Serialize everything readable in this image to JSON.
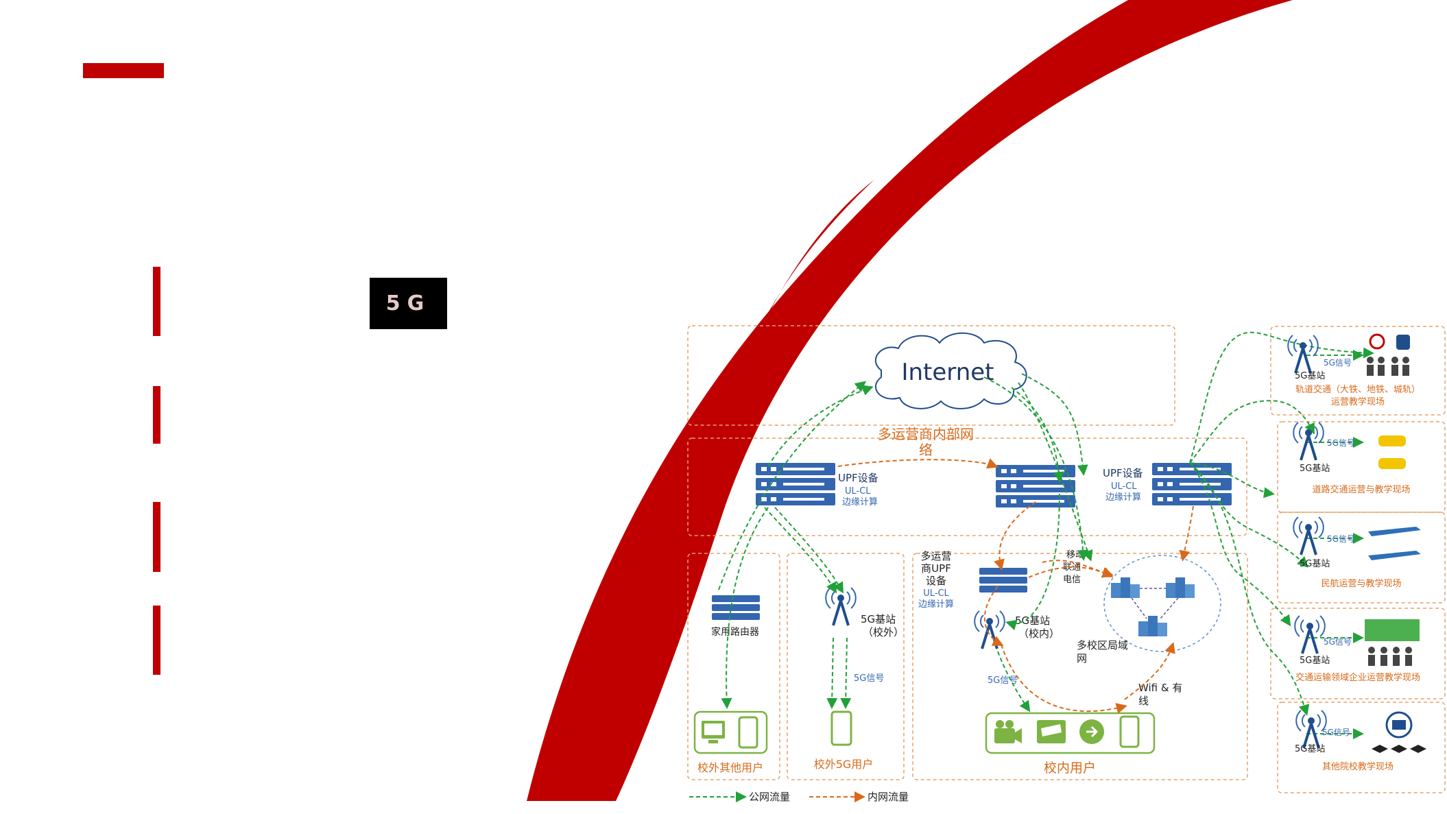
{
  "tag_5g": "5G",
  "diagram": {
    "internet_label": "Internet",
    "operator_network_label": [
      "多运营商内部网",
      "络"
    ],
    "upf_left": [
      "UPF设备",
      "UL-CL",
      "边缘计算"
    ],
    "upf_right": [
      "UPF设备",
      "UL-CL",
      "边缘计算"
    ],
    "home_router_label": "家用路由器",
    "base_station_outside": [
      "5G基站",
      "（校外）"
    ],
    "signal_5g": "5G信号",
    "multi_upf": [
      "多运营",
      "商UPF",
      "设备",
      "UL-CL",
      "边缘计算"
    ],
    "carriers": [
      "移动",
      "联通",
      "电信"
    ],
    "base_station_campus": [
      "5G基站",
      "（校内）"
    ],
    "campus_lan": [
      "多校区局域",
      "网"
    ],
    "wifi_label": [
      "Wifi & 有",
      "线"
    ],
    "offcampus_other_users": "校外其他用户",
    "offcampus_5g_users": "校外5G用户",
    "campus_users": "校内用户",
    "legend_public": "公网流量",
    "legend_internal": "内网流量",
    "base_station": "5G基站",
    "sites": [
      {
        "line1": "轨道交通（大铁、地铁、城轨）",
        "line2": "运营教学现场"
      },
      {
        "line1": "道路交通运营与教学现场",
        "line2": ""
      },
      {
        "line1": "民航运营与教学现场",
        "line2": ""
      },
      {
        "line1": "交通运输领域企业运营教学现场",
        "line2": ""
      },
      {
        "line1": "其他院校教学现场",
        "line2": ""
      }
    ]
  },
  "colors": {
    "brand_red": "#c00000",
    "green": "#22a03a",
    "orange": "#d86a1a",
    "blue": "#3466b0",
    "dark_blue": "#1f4e8c"
  }
}
